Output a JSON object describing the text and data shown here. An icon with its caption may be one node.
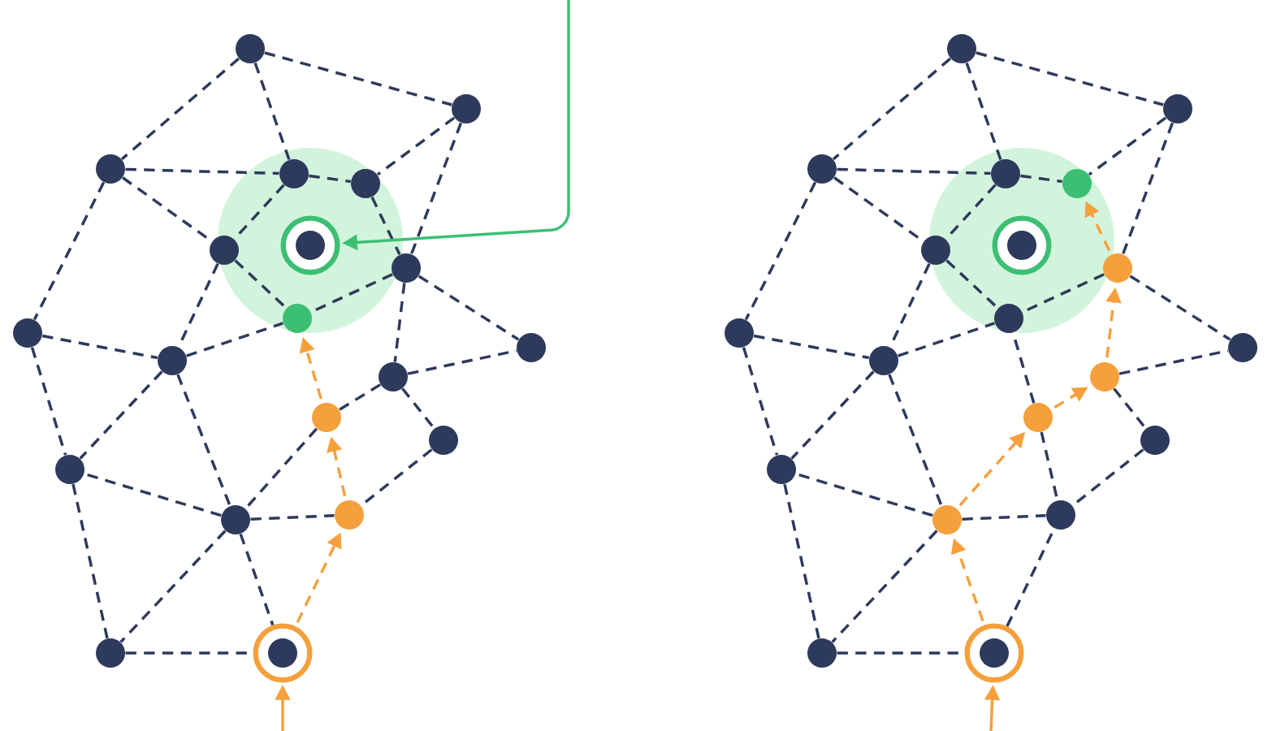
{
  "diagram": {
    "nodes": [
      {
        "text": [],
        "shape": "circle"
      },
      {
        "text": [],
        "shape": "circle"
      },
      {
        "text": [],
        "shape": "circle"
      },
      {
        "text": [],
        "shape": "circle"
      },
      {
        "text": [],
        "shape": "circle"
      },
      {
        "text": [],
        "shape": "circle"
      },
      {
        "text": [],
        "shape": "circle"
      },
      {
        "text": [],
        "shape": "circle"
      },
      {
        "text": [],
        "shape": "circle"
      },
      {
        "text": [],
        "shape": "circle"
      },
      {
        "text": [],
        "shape": "circle"
      },
      {
        "text": [],
        "shape": "circle"
      },
      {
        "text": [],
        "shape": "circle"
      },
      {
        "text": [],
        "shape": "circle"
      },
      {
        "text": [],
        "shape": "circle"
      },
      {
        "text": [],
        "shape": "circle"
      },
      {
        "text": [],
        "shape": "circle"
      },
      {
        "text": [],
        "shape": "circle"
      },
      {
        "text": [],
        "shape": "circle"
      },
      {
        "text": [],
        "shape": "circle"
      },
      {
        "text": [],
        "shape": "circle"
      },
      {
        "text": [],
        "shape": "circle"
      },
      {
        "text": [],
        "shape": "circle"
      },
      {
        "text": [],
        "shape": "circle"
      },
      {
        "text": [],
        "shape": "circle"
      },
      {
        "text": [],
        "shape": "circle"
      },
      {
        "text": [],
        "shape": "circle"
      },
      {
        "text": [],
        "shape": "circle"
      },
      {
        "text": [],
        "shape": "circle"
      },
      {
        "text": [],
        "shape": "circle"
      },
      {
        "text": [],
        "shape": "circle"
      },
      {
        "text": [],
        "shape": "circle"
      },
      {
        "text": [],
        "shape": "circle"
      },
      {
        "text": [],
        "shape": "circle"
      },
      {
        "text": [],
        "shape": "circle"
      },
      {
        "text": [],
        "shape": "circle"
      },
      {
        "text": [],
        "shape": "circle"
      },
      {
        "text": [],
        "shape": "circle"
      },
      {
        "text": [],
        "shape": "circle"
      },
      {
        "text": [],
        "shape": "circle"
      }
    ],
    "edges": [
      {
        "from": 0,
        "to": 1,
        "arrow": "none",
        "style": "dashed"
      },
      {
        "from": 0,
        "to": 2,
        "arrow": "none",
        "style": "dashed"
      },
      {
        "from": 0,
        "to": 3,
        "arrow": "none",
        "style": "dashed"
      },
      {
        "from": 1,
        "to": 4,
        "arrow": "none",
        "style": "dashed"
      },
      {
        "from": 1,
        "to": 7,
        "arrow": "none",
        "style": "dashed"
      },
      {
        "from": 2,
        "to": 3,
        "arrow": "none",
        "style": "dashed"
      },
      {
        "from": 2,
        "to": 5,
        "arrow": "none",
        "style": "dashed"
      },
      {
        "from": 2,
        "to": 9,
        "arrow": "none",
        "style": "dashed"
      },
      {
        "from": 3,
        "to": 4,
        "arrow": "none",
        "style": "dashed"
      },
      {
        "from": 3,
        "to": 5,
        "arrow": "none",
        "style": "dashed"
      },
      {
        "from": 4,
        "to": 7,
        "arrow": "none",
        "style": "dashed"
      },
      {
        "from": 5,
        "to": 8,
        "arrow": "none",
        "style": "dashed"
      },
      {
        "from": 5,
        "to": 10,
        "arrow": "none",
        "style": "dashed"
      },
      {
        "from": 7,
        "to": 8,
        "arrow": "none",
        "style": "dashed"
      },
      {
        "from": 7,
        "to": 12,
        "arrow": "none",
        "style": "dashed"
      },
      {
        "from": 7,
        "to": 11,
        "arrow": "none",
        "style": "dashed"
      },
      {
        "from": 9,
        "to": 10,
        "arrow": "none",
        "style": "dashed"
      },
      {
        "from": 9,
        "to": 15,
        "arrow": "none",
        "style": "dashed"
      },
      {
        "from": 10,
        "to": 8,
        "arrow": "none",
        "style": "dashed"
      },
      {
        "from": 10,
        "to": 15,
        "arrow": "none",
        "style": "dashed"
      },
      {
        "from": 10,
        "to": 16,
        "arrow": "none",
        "style": "dashed"
      },
      {
        "from": 12,
        "to": 11,
        "arrow": "none",
        "style": "dashed"
      },
      {
        "from": 12,
        "to": 13,
        "arrow": "none",
        "style": "dashed"
      },
      {
        "from": 12,
        "to": 14,
        "arrow": "none",
        "style": "dashed"
      },
      {
        "from": 13,
        "to": 16,
        "arrow": "none",
        "style": "dashed"
      },
      {
        "from": 17,
        "to": 13,
        "arrow": "to",
        "style": "dashed",
        "color": "#f5a03c"
      },
      {
        "from": 13,
        "to": 8,
        "arrow": "to",
        "style": "dashed",
        "color": "#f5a03c"
      },
      {
        "from": 14,
        "to": 17,
        "arrow": "none",
        "style": "dashed"
      },
      {
        "from": 16,
        "to": 17,
        "arrow": "none",
        "style": "dashed"
      },
      {
        "from": 16,
        "to": 15,
        "arrow": "none",
        "style": "dashed"
      },
      {
        "from": 15,
        "to": 18,
        "arrow": "none",
        "style": "dashed"
      },
      {
        "from": 16,
        "to": 18,
        "arrow": "none",
        "style": "dashed"
      },
      {
        "from": 16,
        "to": 19,
        "arrow": "none",
        "style": "dashed"
      },
      {
        "from": 18,
        "to": 19,
        "arrow": "none",
        "style": "dashed"
      },
      {
        "from": 19,
        "to": 17,
        "arrow": "to",
        "style": "dashed",
        "color": "#f5a03c"
      },
      {
        "from": null,
        "to": 19,
        "arrow": "to",
        "color": "#f5a03c"
      },
      {
        "from": null,
        "to": 6,
        "arrow": "to",
        "color": "#3cbf73"
      },
      {
        "from": 20,
        "to": 21,
        "arrow": "none",
        "style": "dashed"
      },
      {
        "from": 20,
        "to": 22,
        "arrow": "none",
        "style": "dashed"
      },
      {
        "from": 20,
        "to": 23,
        "arrow": "none",
        "style": "dashed"
      },
      {
        "from": 21,
        "to": 24,
        "arrow": "none",
        "style": "dashed"
      },
      {
        "from": 21,
        "to": 27,
        "arrow": "none",
        "style": "dashed"
      },
      {
        "from": 22,
        "to": 23,
        "arrow": "none",
        "style": "dashed"
      },
      {
        "from": 22,
        "to": 25,
        "arrow": "none",
        "style": "dashed"
      },
      {
        "from": 22,
        "to": 29,
        "arrow": "none",
        "style": "dashed"
      },
      {
        "from": 23,
        "to": 24,
        "arrow": "none",
        "style": "dashed"
      },
      {
        "from": 23,
        "to": 25,
        "arrow": "none",
        "style": "dashed"
      },
      {
        "from": 27,
        "to": 24,
        "arrow": "to",
        "style": "dashed",
        "color": "#f5a03c"
      },
      {
        "from": 25,
        "to": 28,
        "arrow": "none",
        "style": "dashed"
      },
      {
        "from": 25,
        "to": 30,
        "arrow": "none",
        "style": "dashed"
      },
      {
        "from": 27,
        "to": 28,
        "arrow": "none",
        "style": "dashed"
      },
      {
        "from": 32,
        "to": 27,
        "arrow": "to",
        "style": "dashed",
        "color": "#f5a03c"
      },
      {
        "from": 27,
        "to": 31,
        "arrow": "none",
        "style": "dashed"
      },
      {
        "from": 29,
        "to": 30,
        "arrow": "none",
        "style": "dashed"
      },
      {
        "from": 29,
        "to": 35,
        "arrow": "none",
        "style": "dashed"
      },
      {
        "from": 30,
        "to": 28,
        "arrow": "none",
        "style": "dashed"
      },
      {
        "from": 30,
        "to": 35,
        "arrow": "none",
        "style": "dashed"
      },
      {
        "from": 30,
        "to": 36,
        "arrow": "none",
        "style": "dashed"
      },
      {
        "from": 32,
        "to": 31,
        "arrow": "none",
        "style": "dashed"
      },
      {
        "from": 33,
        "to": 32,
        "arrow": "to",
        "style": "dashed",
        "color": "#f5a03c"
      },
      {
        "from": 32,
        "to": 34,
        "arrow": "none",
        "style": "dashed"
      },
      {
        "from": 36,
        "to": 33,
        "arrow": "to",
        "style": "dashed",
        "color": "#f5a03c"
      },
      {
        "from": 33,
        "to": 37,
        "arrow": "none",
        "style": "dashed"
      },
      {
        "from": 33,
        "to": 28,
        "arrow": "none",
        "style": "dashed"
      },
      {
        "from": 34,
        "to": 37,
        "arrow": "none",
        "style": "dashed"
      },
      {
        "from": 36,
        "to": 37,
        "arrow": "none",
        "style": "dashed"
      },
      {
        "from": 36,
        "to": 35,
        "arrow": "none",
        "style": "dashed"
      },
      {
        "from": 35,
        "to": 38,
        "arrow": "none",
        "style": "dashed"
      },
      {
        "from": 36,
        "to": 38,
        "arrow": "none",
        "style": "dashed"
      },
      {
        "from": 39,
        "to": 36,
        "arrow": "to",
        "style": "dashed",
        "color": "#f5a03c"
      },
      {
        "from": 38,
        "to": 39,
        "arrow": "none",
        "style": "dashed"
      },
      {
        "from": 39,
        "to": 37,
        "arrow": "none",
        "style": "dashed"
      },
      {
        "from": null,
        "to": 39,
        "arrow": "to",
        "color": "#f5a03c"
      }
    ]
  }
}
